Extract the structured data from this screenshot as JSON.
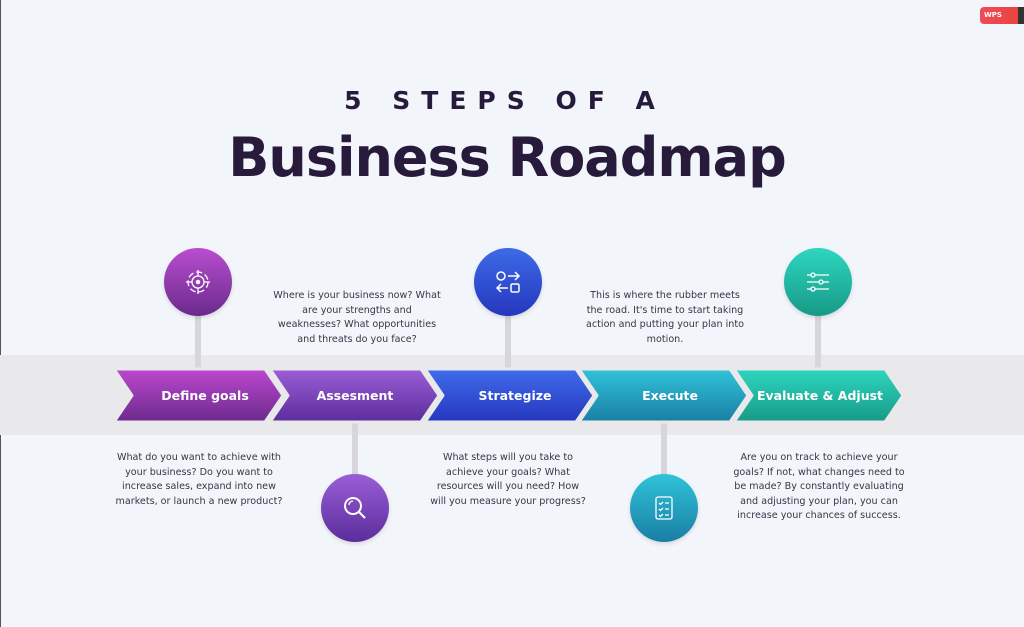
{
  "badge": {
    "label": "WPS"
  },
  "header": {
    "subtitle": "5 STEPS OF A",
    "title": "Business Roadmap"
  },
  "steps": [
    {
      "label": "Define goals",
      "icon": "target-icon",
      "description": "What do you want to achieve with your business? Do you want to increase sales, expand into new markets, or launch a new product?",
      "colors": [
        "#bd48cf",
        "#6b2a8c"
      ]
    },
    {
      "label": "Assesment",
      "icon": "magnifier-icon",
      "description": "Where is your business now? What are your strengths and weaknesses? What opportunities and threats do you face?",
      "colors": [
        "#9c5ed8",
        "#5b2d9b"
      ]
    },
    {
      "label": "Strategize",
      "icon": "workflow-icon",
      "description": "What steps will you take to achieve your goals? What resources will you need? How will you measure your progress?",
      "colors": [
        "#3f6cea",
        "#2636be"
      ]
    },
    {
      "label": "Execute",
      "icon": "checklist-icon",
      "description": "This is where the rubber meets the road. It's time to start taking action and putting your plan into motion.",
      "colors": [
        "#31c3da",
        "#1a7ea3"
      ]
    },
    {
      "label": "Evaluate & Adjust",
      "icon": "sliders-icon",
      "description": "Are you on track to achieve your goals? If not, what changes need to be made? By constantly evaluating and adjusting your plan, you can increase your chances of success.",
      "colors": [
        "#2ed6c0",
        "#179a86"
      ]
    }
  ]
}
